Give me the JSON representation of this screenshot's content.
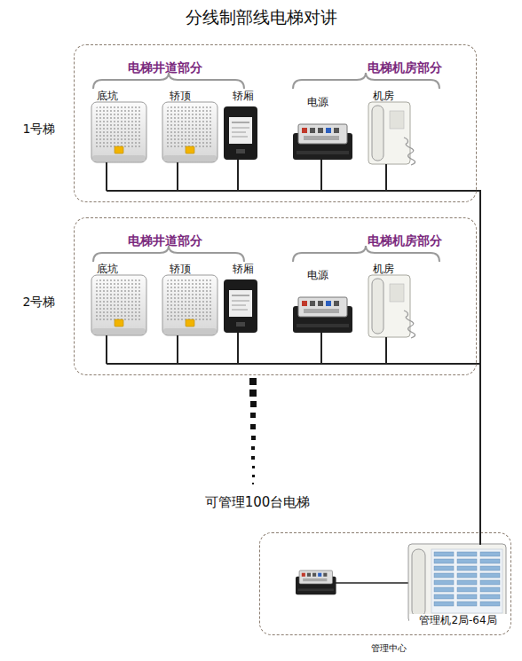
{
  "diagram": {
    "title": "分线制部线电梯对讲",
    "nodes": [
      {
        "text": [
          "1号梯",
          "电梯井道部分",
          "电梯机房部分"
        ]
      },
      {
        "text": [
          "底坑"
        ],
        "in": 0
      },
      {
        "text": [
          "轿顶"
        ],
        "in": 0
      },
      {
        "text": [
          "轿厢"
        ],
        "in": 0
      },
      {
        "text": [
          "电源"
        ],
        "in": 0
      },
      {
        "text": [
          "机房"
        ],
        "in": 0
      },
      {
        "text": [
          "2号梯",
          "电梯井道部分",
          "电梯机房部分"
        ]
      },
      {
        "text": [
          "底坑"
        ],
        "in": 6
      },
      {
        "text": [
          "轿顶"
        ],
        "in": 6
      },
      {
        "text": [
          "轿厢"
        ],
        "in": 6
      },
      {
        "text": [
          "电源"
        ],
        "in": 6
      },
      {
        "text": [
          "机房"
        ],
        "in": 6
      },
      {
        "text": [
          "管理中心"
        ]
      },
      {
        "text": [
          "管理机2局-64局"
        ],
        "in": 12
      }
    ],
    "edges": [
      {
        "from": 0,
        "to": 13,
        "arrow": "none"
      },
      {
        "from": 6,
        "to": 13,
        "arrow": "none"
      }
    ],
    "labels": [
      "可管理100台电梯"
    ]
  }
}
